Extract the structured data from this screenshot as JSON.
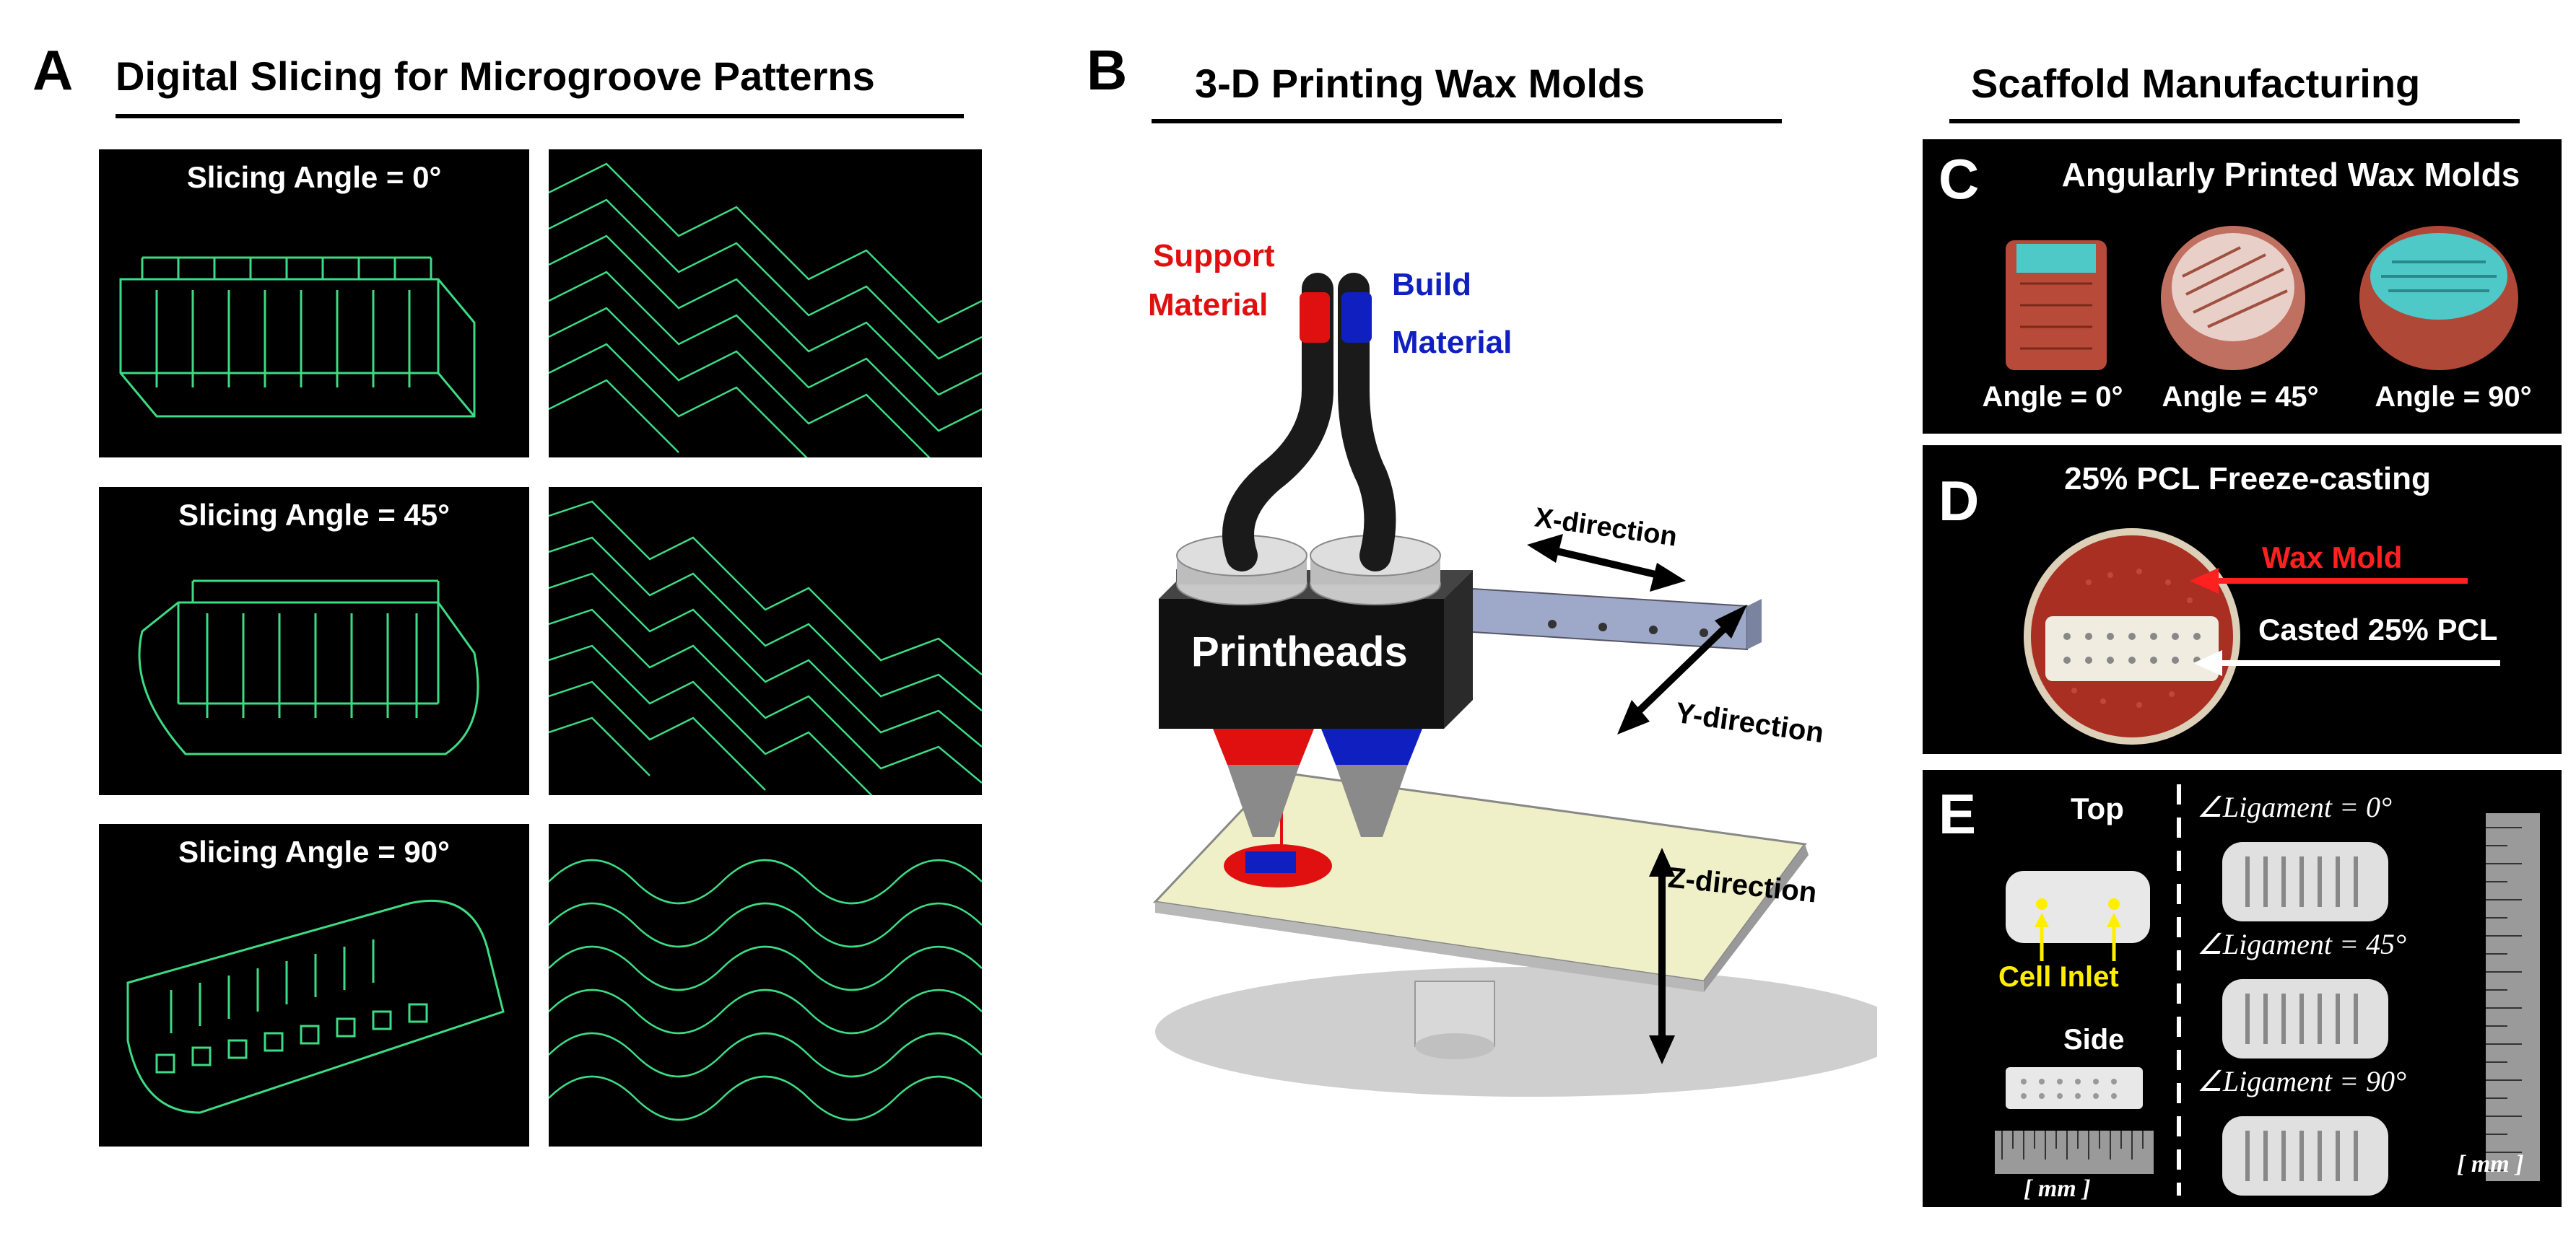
{
  "panel_a": {
    "letter": "A",
    "title": "Digital Slicing for Microgroove Patterns",
    "slices": [
      {
        "label": "Slicing Angle = 0°"
      },
      {
        "label": "Slicing Angle = 45°"
      },
      {
        "label": "Slicing Angle = 90°"
      }
    ]
  },
  "panel_b": {
    "letter": "B",
    "title": "3-D Printing  Wax Molds",
    "support_line1": "Support",
    "support_line2": "Material",
    "build_line1": "Build",
    "build_line2": "Material",
    "printheads": "Printheads",
    "x_dir": "X-direction",
    "y_dir": "Y-direction",
    "z_dir": "Z-direction",
    "colors": {
      "support": "#e01010",
      "build": "#1020c0",
      "plate": "#f0f0c8"
    }
  },
  "scaffold": {
    "title": "Scaffold Manufacturing",
    "panel_c": {
      "letter": "C",
      "title": "Angularly Printed Wax Molds",
      "angles": [
        "Angle = 0°",
        "Angle = 45°",
        "Angle = 90°"
      ]
    },
    "panel_d": {
      "letter": "D",
      "title": "25% PCL Freeze-casting",
      "wax_mold": "Wax Mold",
      "casted": "Casted 25% PCL",
      "colors": {
        "wax_label": "#ff2020"
      }
    },
    "panel_e": {
      "letter": "E",
      "top": "Top",
      "cell_inlet": "Cell Inlet",
      "side": "Side",
      "mm_left": "[ mm ]",
      "ligament_labels": [
        "∠Ligament = 0°",
        "∠Ligament = 45°",
        "∠Ligament = 90°"
      ],
      "mm_right": "[ mm ]",
      "colors": {
        "cell_inlet": "#ffee00"
      }
    }
  }
}
